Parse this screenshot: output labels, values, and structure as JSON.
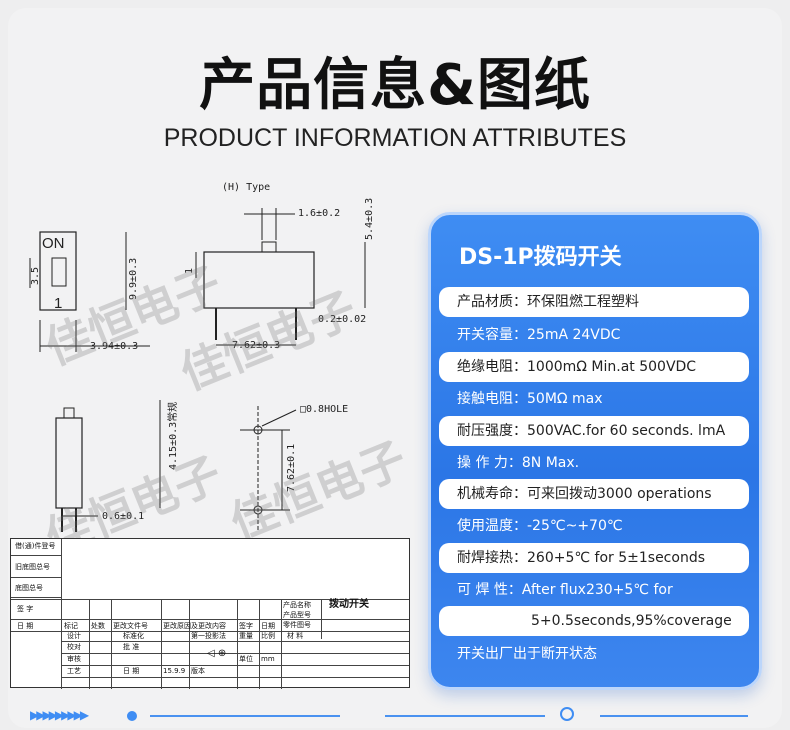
{
  "header": {
    "title_cn": "产品信息&图纸",
    "title_en": "PRODUCT INFORMATION ATTRIBUTES"
  },
  "watermark": "佳恒电子",
  "drawing": {
    "type_label": "(H) Type",
    "on_label": "ON",
    "one_label": "1",
    "dim_35": "3.5",
    "dim_394": "3.94±0.3",
    "dim_99": "9.9±0.3",
    "dim_16": "1.6±0.2",
    "dim_54": "5.4±0.3",
    "dim_1": "1",
    "dim_02": "0.2±0.02",
    "dim_762a": "7.62±0.3",
    "dim_415": "4.15±0.3常规",
    "dim_06": "0.6±0.1",
    "hole": "□0.8HOLE",
    "dim_762b": "7.62±0.1"
  },
  "title_block": {
    "r1": "借(通)件登号",
    "r2": "旧底图总号",
    "r3": "底图总号",
    "sign": "签 字",
    "date": "日 期",
    "mark": "标记",
    "count": "处数",
    "change_no": "更改文件号",
    "sig2": "签字",
    "date2": "日期",
    "change_desc": "更改原因及更改内容",
    "design": "设计",
    "check": "校对",
    "review": "审核",
    "craft": "工艺",
    "standard": "标准化",
    "approve": "批 准",
    "date3": "日 期",
    "date_val": "15.9.9",
    "version": "版本",
    "proj": "第一投影法",
    "weight": "重量",
    "ratio": "比例",
    "unit": "单位",
    "unit_val": "mm",
    "name_label": "产品名称",
    "name_val": "拨动开关",
    "model_label": "产品型号",
    "part_label": "零件图号",
    "material_label": "材 料"
  },
  "card": {
    "title": "DS-1P拨码开关",
    "rows": [
      {
        "text": "产品材质：环保阻燃工程塑料"
      },
      {
        "text": "开关容量：25mA  24VDC"
      },
      {
        "text": "绝缘电阻：1000mΩ Min.at 500VDC"
      },
      {
        "text": "接触电阻：50MΩ max"
      },
      {
        "text": "耐压强度：500VAC.for 60 seconds. lmA"
      },
      {
        "text": "操 作 力：8N Max."
      },
      {
        "text": "机械寿命：可来回拨动3000 operations"
      },
      {
        "text": "使用温度：-25℃~+70℃"
      },
      {
        "text": "耐焊接热：260+5℃ for 5±1seconds"
      },
      {
        "text": "可 焊 性：After flux230+5℃ for"
      },
      {
        "text": "5+0.5seconds,95%coverage"
      },
      {
        "text": "开关出厂出于断开状态"
      }
    ]
  },
  "footer": {
    "arrows": "▶▶▶▶▶▶▶▶▶"
  },
  "colors": {
    "accent": "#3f8df3",
    "card_border": "#bcd6fb"
  }
}
